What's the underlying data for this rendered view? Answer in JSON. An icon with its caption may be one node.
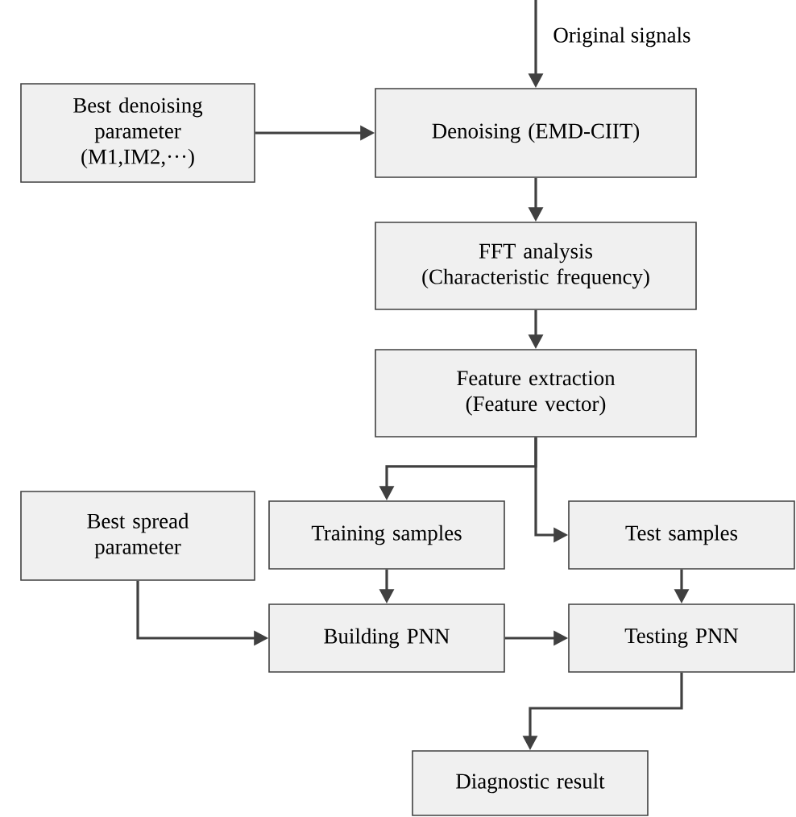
{
  "diagram": {
    "nodes": [
      {
        "text": [
          "Best denoising parameter (M1,IM2,···)"
        ]
      },
      {
        "text": [
          "Denoising (EMD-CIIT)"
        ]
      },
      {
        "text": [
          "FFT analysis (Characteristic frequency)"
        ]
      },
      {
        "text": [
          "Feature extraction (Feature vector)"
        ]
      },
      {
        "text": [
          "Best spread parameter"
        ]
      },
      {
        "text": [
          "Training samples"
        ]
      },
      {
        "text": [
          "Test samples"
        ]
      },
      {
        "text": [
          "Building PNN"
        ]
      },
      {
        "text": [
          "Testing PNN"
        ]
      },
      {
        "text": [
          "Diagnostic result"
        ]
      }
    ],
    "edges": [
      {
        "from": null,
        "to": 1,
        "arrow": "to"
      },
      {
        "from": 0,
        "to": 1,
        "arrow": "to"
      },
      {
        "from": 1,
        "to": 2,
        "arrow": "to"
      },
      {
        "from": 2,
        "to": 3,
        "arrow": "to"
      },
      {
        "from": 3,
        "to": 5,
        "arrow": "to"
      },
      {
        "from": 3,
        "to": 6,
        "arrow": "to"
      },
      {
        "from": 4,
        "to": 7,
        "arrow": "to"
      },
      {
        "from": 5,
        "to": 7,
        "arrow": "to"
      },
      {
        "from": 7,
        "to": 8,
        "arrow": "to"
      },
      {
        "from": 6,
        "to": 8,
        "arrow": "to"
      },
      {
        "from": 8,
        "to": 9,
        "arrow": "to"
      }
    ],
    "labels": [
      "Original signals"
    ]
  }
}
